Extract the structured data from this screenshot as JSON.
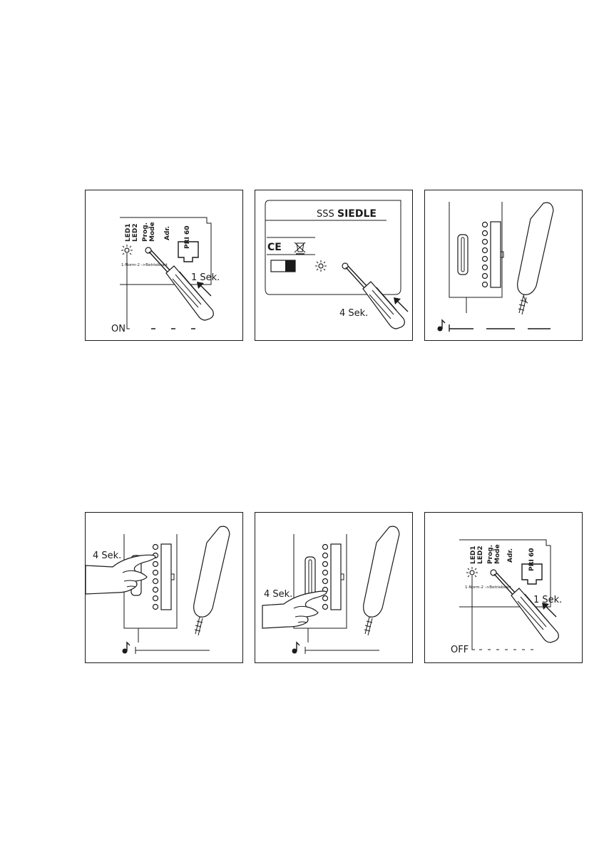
{
  "device": {
    "led1": "LED1",
    "led2": "LED2",
    "prog": "Prog.",
    "mode": "Mode",
    "adr": "Adr.",
    "model": "PRI 60",
    "normal_line": "1-Norm-2 ->Betriebsart"
  },
  "label_plate": {
    "brand_mark": "SSS",
    "brand": "SIEDLE",
    "ce": "CE"
  },
  "panels": [
    {
      "timing": "1 Sek.",
      "status": "ON"
    },
    {
      "timing": "4 Sek."
    },
    {
      "signal": "tone-broken-line"
    },
    {
      "timing": "4 Sek.",
      "signal": "tone-continuous"
    },
    {
      "timing": "4 Sek.",
      "signal": "tone-continuous"
    },
    {
      "timing": "1 Sek.",
      "status": "OFF"
    }
  ],
  "colors": {
    "ink": "#1a1a1a",
    "background": "#ffffff"
  }
}
